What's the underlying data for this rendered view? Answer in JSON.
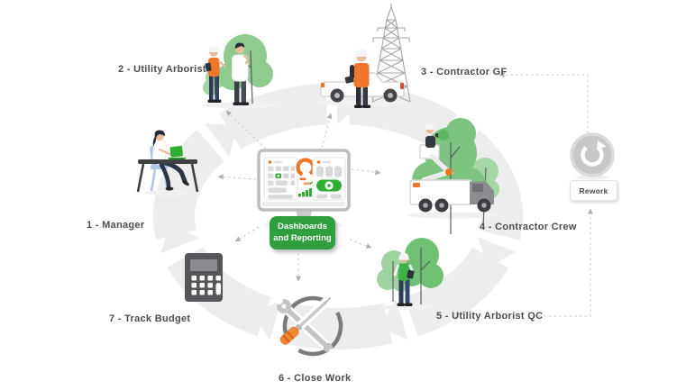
{
  "diagram": {
    "steps": [
      {
        "id": "manager",
        "label": "1 - Manager"
      },
      {
        "id": "utility-arborist",
        "label": "2 - Utility Arborist"
      },
      {
        "id": "contractor-gf",
        "label": "3 - Contractor GF"
      },
      {
        "id": "contractor-crew",
        "label": "4 - Contractor Crew"
      },
      {
        "id": "utility-arborist-qc",
        "label": "5 - Utility Arborist QC"
      },
      {
        "id": "close-work",
        "label": "6 - Close Work"
      },
      {
        "id": "track-budget",
        "label": "7 - Track Budget"
      }
    ],
    "center": {
      "button_label_line1": "Dashboards",
      "button_label_line2": "and Reporting"
    },
    "rework": {
      "label": "Rework"
    },
    "colors": {
      "green": "#2f9e3e",
      "bright_green": "#2fae33",
      "orange": "#ee7426",
      "ring_gray": "#ededed",
      "connector_gray": "#c7c7c7",
      "text_gray": "#4c4c4e"
    }
  }
}
